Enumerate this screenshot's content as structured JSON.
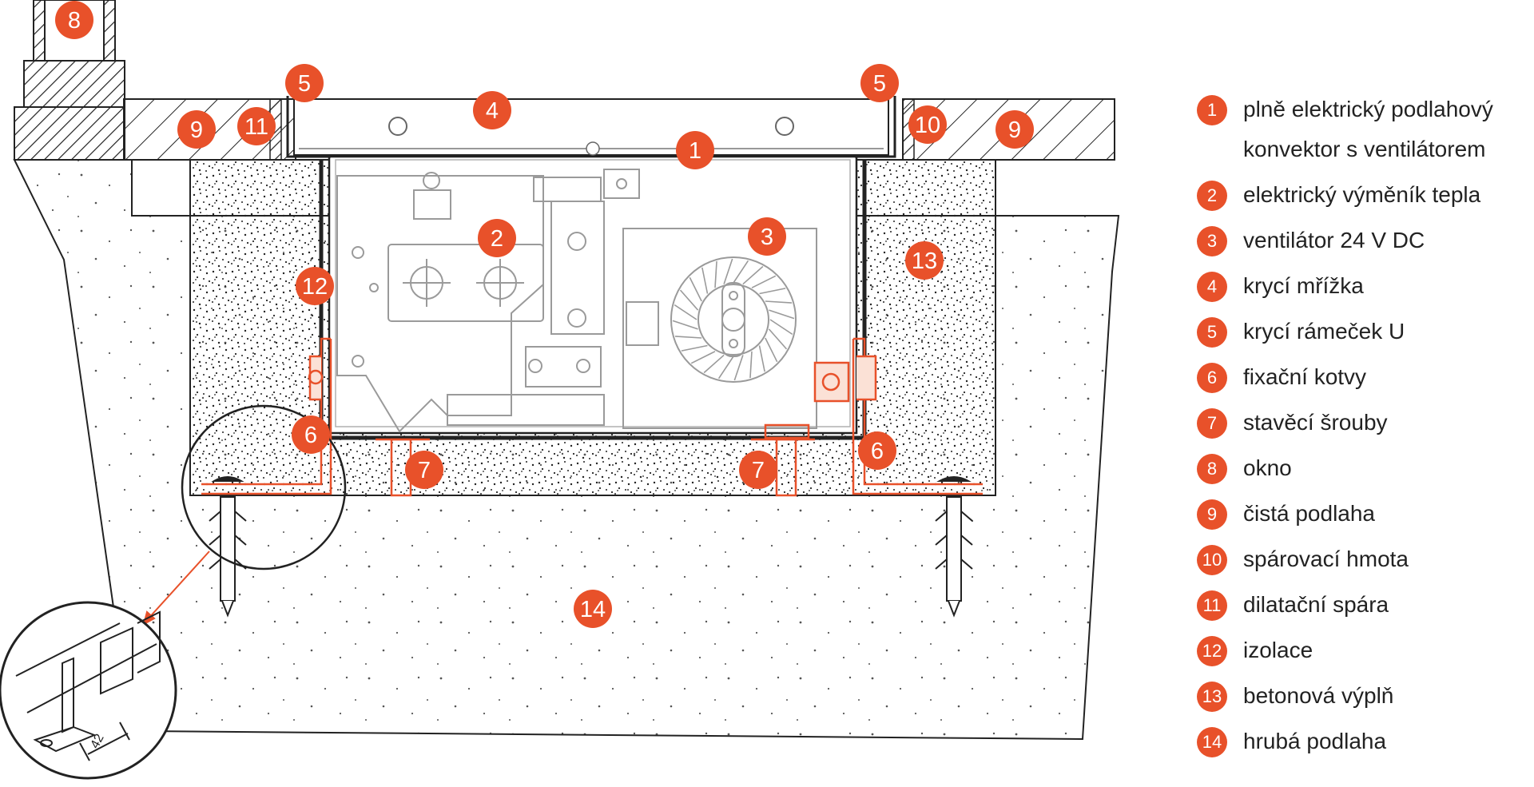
{
  "colors": {
    "accent": "#e8512a",
    "line": "#222222",
    "device": "#9a9a9a"
  },
  "legend": [
    {
      "num": "1",
      "text": "plně elektrický podlahový konvektor s ventilátorem"
    },
    {
      "num": "2",
      "text": "elektrický výměník tepla"
    },
    {
      "num": "3",
      "text": "ventilátor 24 V DC"
    },
    {
      "num": "4",
      "text": "krycí mřížka"
    },
    {
      "num": "5",
      "text": "krycí rámeček U"
    },
    {
      "num": "6",
      "text": "fixační kotvy"
    },
    {
      "num": "7",
      "text": "stavěcí šrouby"
    },
    {
      "num": "8",
      "text": "okno"
    },
    {
      "num": "9",
      "text": "čistá podlaha"
    },
    {
      "num": "10",
      "text": "spárovací hmota"
    },
    {
      "num": "11",
      "text": "dilatační spára"
    },
    {
      "num": "12",
      "text": "izolace"
    },
    {
      "num": "13",
      "text": "betonová výplň"
    },
    {
      "num": "14",
      "text": "hrubá podlaha"
    }
  ],
  "markers": [
    "8",
    "5",
    "5",
    "4",
    "9",
    "11",
    "1",
    "10",
    "9",
    "2",
    "3",
    "12",
    "13",
    "6",
    "7",
    "7",
    "6",
    "14"
  ],
  "detail": {
    "dimension": "42"
  }
}
